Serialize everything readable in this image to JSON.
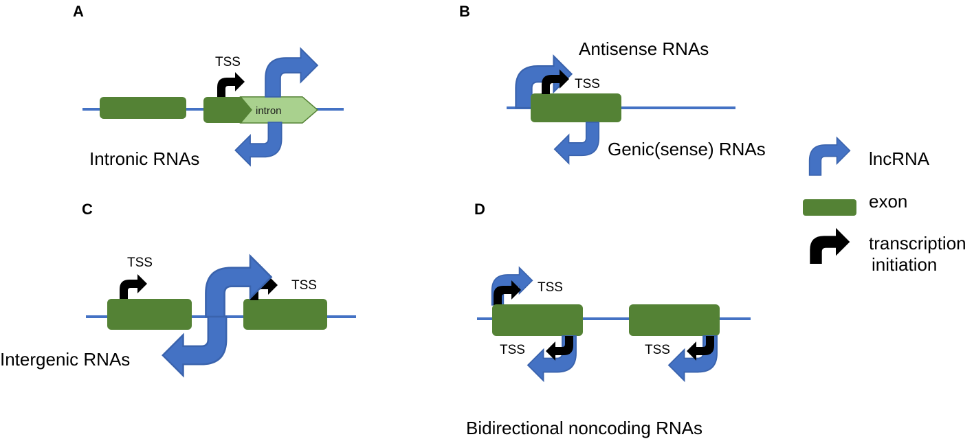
{
  "panels": {
    "a": {
      "letter": "A",
      "label": "Intronic RNAs",
      "tss": "TSS",
      "intron": "intron"
    },
    "b": {
      "letter": "B",
      "antisense": "Antisense RNAs",
      "sense": "Genic(sense) RNAs",
      "tss": "TSS"
    },
    "c": {
      "letter": "C",
      "label": "Intergenic RNAs",
      "tss_left": "TSS",
      "tss_right": "TSS"
    },
    "d": {
      "letter": "D",
      "label": "Bidirectional noncoding RNAs",
      "tss_top": "TSS",
      "tss_bottom_left": "TSS",
      "tss_bottom_right": "TSS"
    }
  },
  "legend": {
    "lncrna": "lncRNA",
    "exon": "exon",
    "transcription_line1": "transcription",
    "transcription_line2": "initiation"
  },
  "colors": {
    "line": "#4472c4",
    "lncrna": "#4472c4",
    "lncrna_stroke": "#3a63ad",
    "exon": "#548235",
    "exon_stroke": "#4a7530",
    "intron": "#a9d18e",
    "tss_arrow": "#000000"
  }
}
